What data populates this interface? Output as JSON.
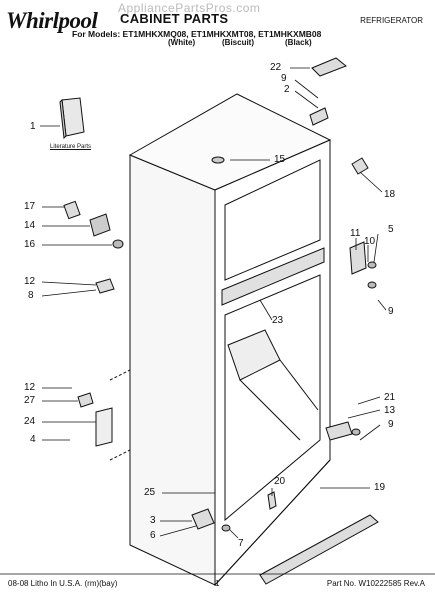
{
  "header": {
    "brand": "Whirlpool",
    "watermark": "AppliancePartsPros.com",
    "title": "CABINET PARTS",
    "appliance": "REFRIGERATOR",
    "models_line": "For Models: ET1MHKXMQ08, ET1MHKXMT08, ET1MHKXMB08",
    "colors": [
      "(White)",
      "(Biscuit)",
      "(Black)"
    ]
  },
  "literature_label": "Literature Parts",
  "callouts": {
    "c1": "1",
    "c2a": "2",
    "c9a": "9",
    "c22": "22",
    "c15": "15",
    "c18": "18",
    "c17": "17",
    "c14": "14",
    "c16": "16",
    "c11": "11",
    "c10": "10",
    "c5": "5",
    "c12a": "12",
    "c8": "8",
    "c23": "23",
    "c9b": "9",
    "c12b": "12",
    "c27": "27",
    "c24": "24",
    "c4": "4",
    "c21": "21",
    "c13": "13",
    "c9c": "9",
    "c19": "19",
    "c20": "20",
    "c25": "25",
    "c3": "3",
    "c6": "6",
    "c7": "7"
  },
  "footer": {
    "left": "08-08 Litho In U.S.A. (rm)(bay)",
    "page": "1",
    "part_no": "Part No. W10222585 Rev.A"
  }
}
